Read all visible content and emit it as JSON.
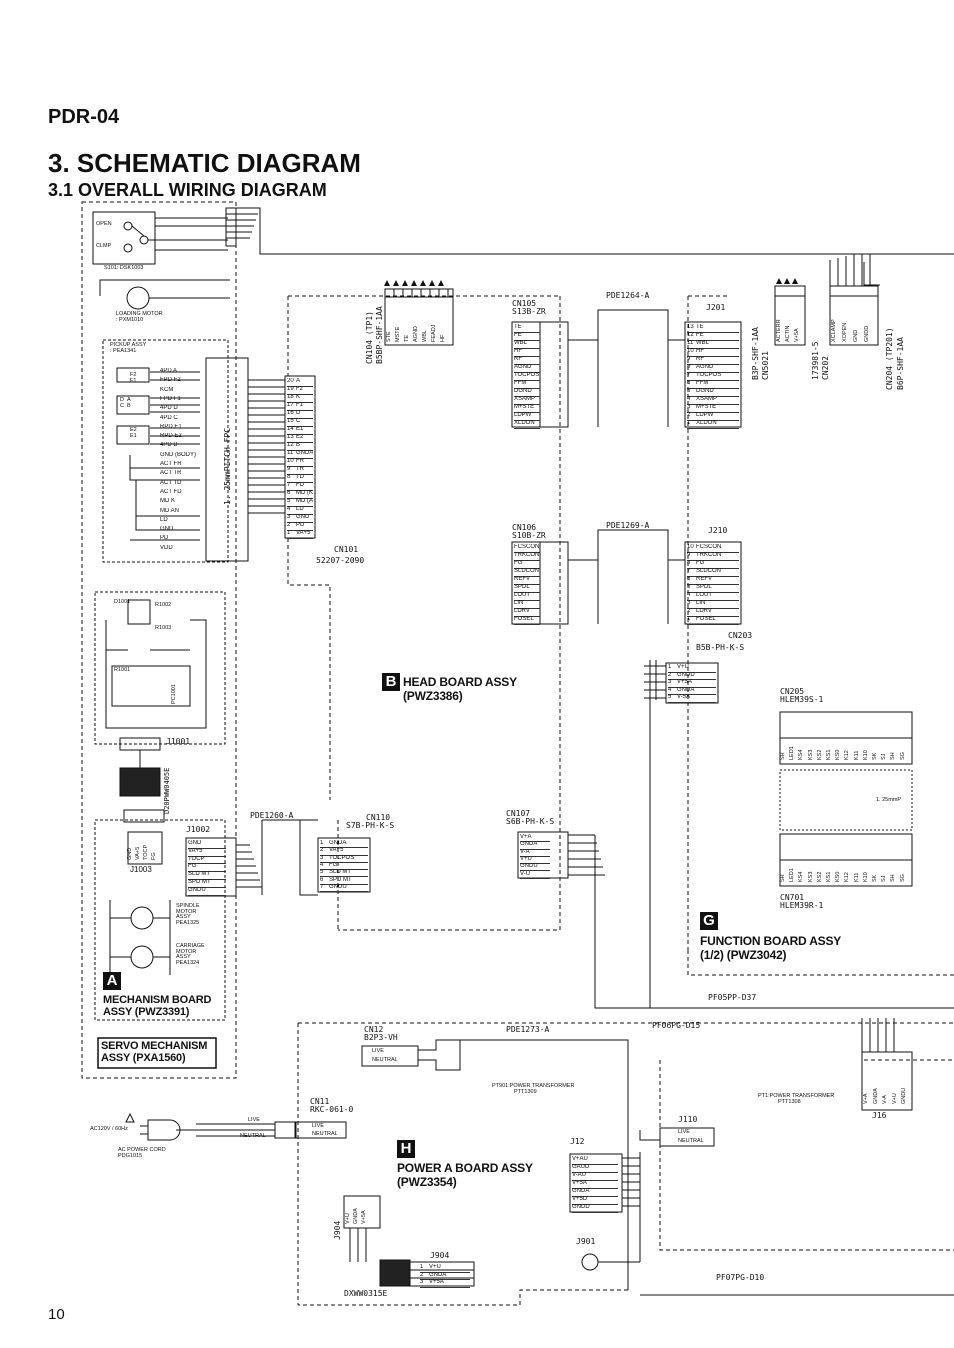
{
  "page": {
    "model": "PDR-04",
    "title": "3. SCHEMATIC DIAGRAM",
    "subtitle": "3.1 OVERALL WIRING DIAGRAM",
    "page_number": "10"
  },
  "boards": {
    "a": {
      "letter": "A",
      "name_line1": "MECHANISM BOARD",
      "name_line2": "ASSY (PWZ3391)"
    },
    "b": {
      "letter": "B",
      "name_line1": "HEAD BOARD ASSY",
      "name_line2": "(PWZ3386)"
    },
    "g": {
      "letter": "G",
      "name_line1": "FUNCTION BOARD ASSY",
      "name_line2": "(1/2) (PWZ3042)"
    },
    "h": {
      "letter": "H",
      "name_line1": "POWER A BOARD ASSY",
      "name_line2": "(PWZ3354)"
    },
    "servo_line1": "SERVO MECHANISM",
    "servo_line2": "ASSY (PXA1560)"
  },
  "parts": {
    "open": "OPEN",
    "clmp": "CLMP",
    "s101": "S101: DSK1003",
    "loading_motor_1": "LOADING MOTOR",
    "loading_motor_2": ": PXM1010",
    "pickup_1": "PICKUP ASSY",
    "pickup_2": ": PEA1341",
    "spindle_1": "SPINDLE",
    "spindle_2": "MOTOR",
    "spindle_3": "ASSY",
    "spindle_4": "PEA1325",
    "carriage_1": "CARRIAGE",
    "carriage_2": "MOTOR",
    "carriage_3": "ASSY",
    "carriage_4": "PEA1324",
    "fpc": "1. 25mmPITCH FPC",
    "d1001": "D1001",
    "r1002": "R1002",
    "r1003": "R1003",
    "r1001": "R1001",
    "pc1001": "PC1001",
    "d20": "D20PWW0405E",
    "j1001": "J1001",
    "j1002": "J1002",
    "j1003": "J1003",
    "ac_1": "AC120V / 60Hz",
    "ac_cord_1": "AC POWER CORD",
    "ac_cord_2": "PDG1015",
    "live": "LIVE",
    "neutral": "NEUTRAL",
    "pt901_1": "PT901:POWER TRANSFORMER",
    "pt901_2": "PTT1309",
    "pt1_1": "PT1:POWER TRANSFORMER",
    "pt1_2": "PTT1308",
    "pitch_125": "1. 25mmP"
  },
  "connectors": {
    "cn101_1": "CN101",
    "cn101_2": "52207-2090",
    "cn104_1": "CN104 (TP1)",
    "cn104_2": "B5BP-SHF-1AA",
    "cn105_1": "CN105",
    "cn105_2": "S13B-ZR",
    "cn106_1": "CN106",
    "cn106_2": "S10B-ZR",
    "cn107_1": "CN107",
    "cn107_2": "S6B-PH-K-S",
    "cn110_1": "CN110",
    "cn110_2": "S7B-PH-K-S",
    "pde1264": "PDE1264-A",
    "pde1269": "PDE1269-A",
    "pde1260": "PDE1260-A",
    "pde1273": "PDE1273-A",
    "j201": "J201",
    "j210": "J210",
    "cn5021_1": "CN5021",
    "cn5021_2": "B3P-SHF-1AA",
    "cn202_1": "CN202",
    "cn202_2": "173981-5",
    "cn204_1": "CN204 (TP201)",
    "cn204_2": "B6P-SHF-1AA",
    "cn203_1": "CN203",
    "cn203_2": "B5B-PH-K-S",
    "cn205_1": "CN205",
    "cn205_2": "HLEM39S-1",
    "cn701_1": "CN701",
    "cn701_2": "HLEM39R-1",
    "pf05": "PF05PP-D37",
    "pf06": "PF06PG-D15",
    "pf07": "PF07PG-D10",
    "cn12_1": "CN12",
    "cn12_2": "B2P3-VH",
    "cn11_1": "CN11",
    "cn11_2": "RKC-061-0",
    "j12": "J12",
    "j110": "J110",
    "j16": "J16",
    "j901": "J901",
    "j904": "J904",
    "j904b": "J904",
    "dxw": "DXWW0315E"
  },
  "pins": {
    "cn105": [
      "TE",
      "FE",
      "WBL",
      "HF",
      "RF",
      "AGND",
      "TOCPOS",
      "FFM",
      "DGND",
      "XSAMP",
      "M+STE",
      "LDPW",
      "XLDON"
    ],
    "cn106": [
      "FCSCON",
      "TRKCON",
      "FG",
      "SLDCON",
      "REFV",
      "SPDL",
      "LOUT",
      "LIN",
      "LDRV",
      "FOSEL"
    ],
    "cn107": [
      "V+A",
      "GNDA",
      "V-A",
      "V+U",
      "GNDU",
      "V-U"
    ],
    "cn110": [
      "GNDA",
      "VA+5",
      "TOCPOS",
      "FG",
      "SLD MT",
      "SPD MT",
      "GNDU"
    ],
    "j1002": [
      "GND",
      "VA+5",
      "TOCP",
      "FG",
      "SLD MT",
      "SPD MT",
      "GNDU"
    ],
    "cn203": [
      "V+U",
      "GNDD",
      "V+5A",
      "GNDA",
      "V-5A"
    ],
    "cn101": [
      "A",
      "F2",
      "K",
      "F1",
      "D",
      "C",
      "E1",
      "E2",
      "B",
      "GNDA",
      "FR",
      "TR",
      "TD",
      "FD",
      "MD (K)",
      "MD (A)",
      "LD",
      "GND",
      "PD",
      "VA+5"
    ],
    "pickup": [
      "4PD A",
      "FPD F2",
      "KCM",
      "FPD F1",
      "4PD D",
      "4PD C",
      "RPD E1",
      "RPD E2",
      "4PD B",
      "GND (BODY)",
      "ACT FR",
      "ACT TR",
      "ACT TD",
      "ACT FD",
      "MD K",
      "MD AN",
      "LD",
      "GND",
      "PD",
      "VDD"
    ],
    "j12": [
      "V+AU",
      "GAUD",
      "V-AU",
      "V+5A",
      "GNDA",
      "V+5D",
      "GNDD"
    ],
    "j904": [
      "V+U",
      "GNDA",
      "V+5A"
    ],
    "cn205": [
      "SR",
      "LED1",
      "KS4",
      "KS3",
      "KS2",
      "KS1",
      "KS0",
      "K12",
      "K11",
      "K10",
      "SK",
      "SJ",
      "SH",
      "SG"
    ],
    "cn104": [
      "STE",
      "MSTE",
      "TE",
      "AGND",
      "WBL",
      "FEADJ",
      "HF"
    ],
    "cn204": [
      "XCLAMP",
      "XOPEN",
      "GND",
      "GNDD"
    ],
    "cn5021": [
      "ACTERR",
      "ACTIN",
      "V+5A"
    ],
    "j16": [
      "V+A",
      "GNDA",
      "V-A",
      "V+U",
      "GNDU"
    ]
  }
}
